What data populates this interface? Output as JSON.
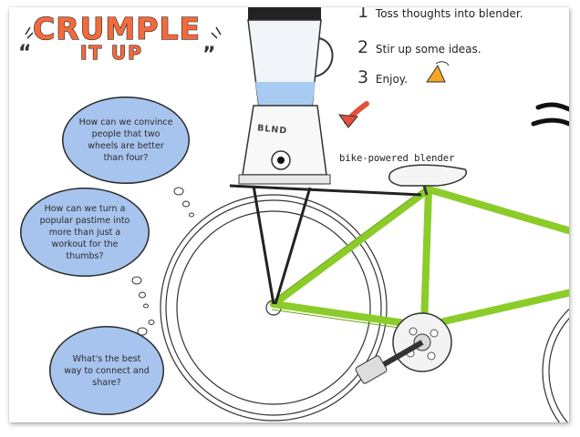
{
  "title": {
    "line1": "CRUMPLE",
    "line2": "IT UP"
  },
  "bubbles": [
    {
      "text": "How can we convince people that two wheels are better than four?"
    },
    {
      "text": "How can we turn a popular pastime into more than just a workout for the thumbs?"
    },
    {
      "text": "What's the best way to connect and share?"
    }
  ],
  "steps": [
    {
      "num": "1",
      "text": "Toss thoughts into blender."
    },
    {
      "num": "2",
      "text": "Stir up some ideas."
    },
    {
      "num": "3",
      "text": "Enjoy."
    }
  ],
  "blender": {
    "brand": "BLND",
    "caption": "bike-powered blender"
  },
  "colors": {
    "accent": "#f26a3d",
    "bubble": "#a7c4ee",
    "bike_frame": "#8ccc2a",
    "water": "#a8cbf2",
    "arrow": "#e0503c"
  },
  "icons": [
    "cup-icon",
    "arrow-icon"
  ]
}
